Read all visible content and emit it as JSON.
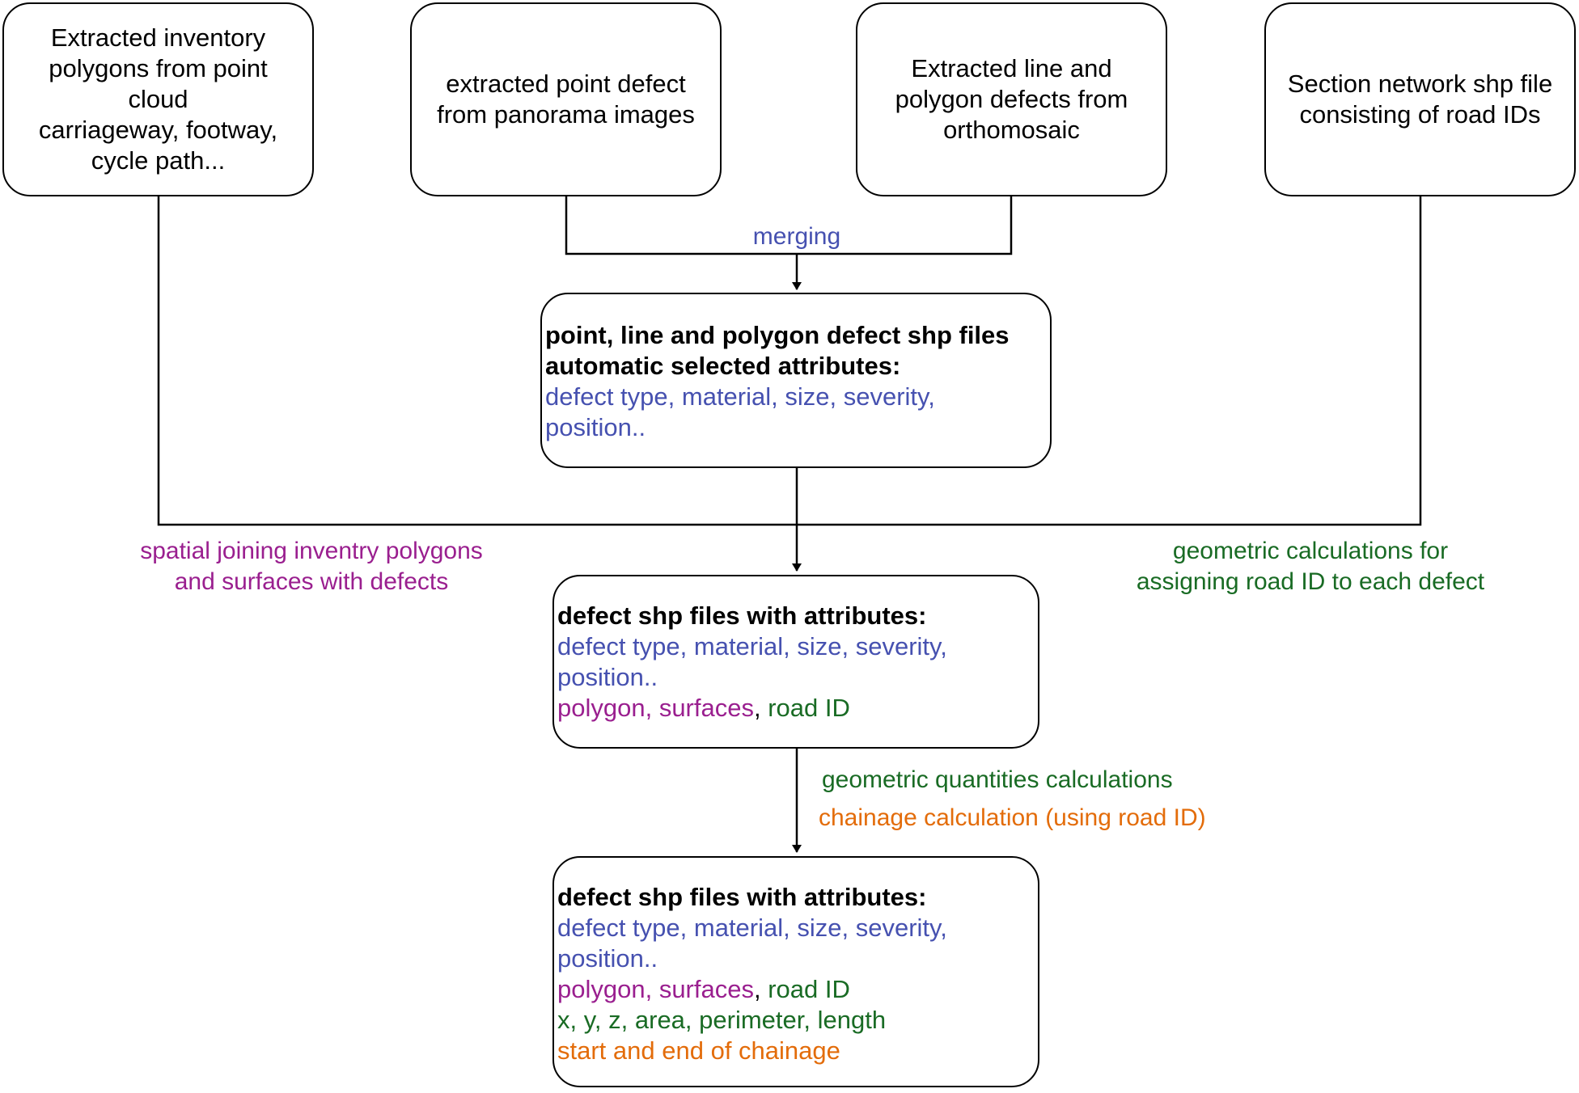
{
  "top_boxes": {
    "inventory": [
      "Extracted inventory",
      "polygons from point",
      "cloud",
      "carriageway, footway,",
      "cycle path..."
    ],
    "point_defect": [
      "extracted point defect",
      "from panorama images"
    ],
    "line_polygon": [
      "Extracted line and",
      "polygon defects from",
      "orthomosaic"
    ],
    "section_network": [
      "Section network shp file",
      "consisting of road IDs"
    ]
  },
  "labels": {
    "merging": "merging",
    "spatial_joining": [
      "spatial joining inventry polygons",
      "and surfaces with defects"
    ],
    "geometric_road_id": [
      "geometric calculations for",
      "assigning road ID to each defect"
    ],
    "geometric_quantities": "geometric quantities calculations",
    "chainage": "chainage calculation (using road ID)"
  },
  "merged_box": {
    "title": [
      "point, line and polygon defect shp files",
      "automatic selected attributes:"
    ],
    "attributes": [
      "defect type, material,  size, severity,",
      "position.."
    ]
  },
  "joined_box": {
    "title": "defect shp files with attributes:",
    "attributes": [
      "defect type, material,  size, severity,",
      "position.."
    ],
    "polygon_surfaces": "polygon, surfaces",
    "separator": ",",
    "road_id": " road ID"
  },
  "final_box": {
    "title": "defect shp files with attributes:",
    "attributes": [
      "defect type, material,  size, severity,",
      "position.."
    ],
    "polygon_surfaces": "polygon, surfaces",
    "separator": ",",
    "road_id": " road ID",
    "geometry": "x, y, z, area, perimeter, length",
    "chainage": "start and end of chainage"
  },
  "colors": {
    "blue": "#4651b0",
    "purple": "#9a1f8f",
    "green": "#196b24",
    "orange": "#e36c0a"
  }
}
